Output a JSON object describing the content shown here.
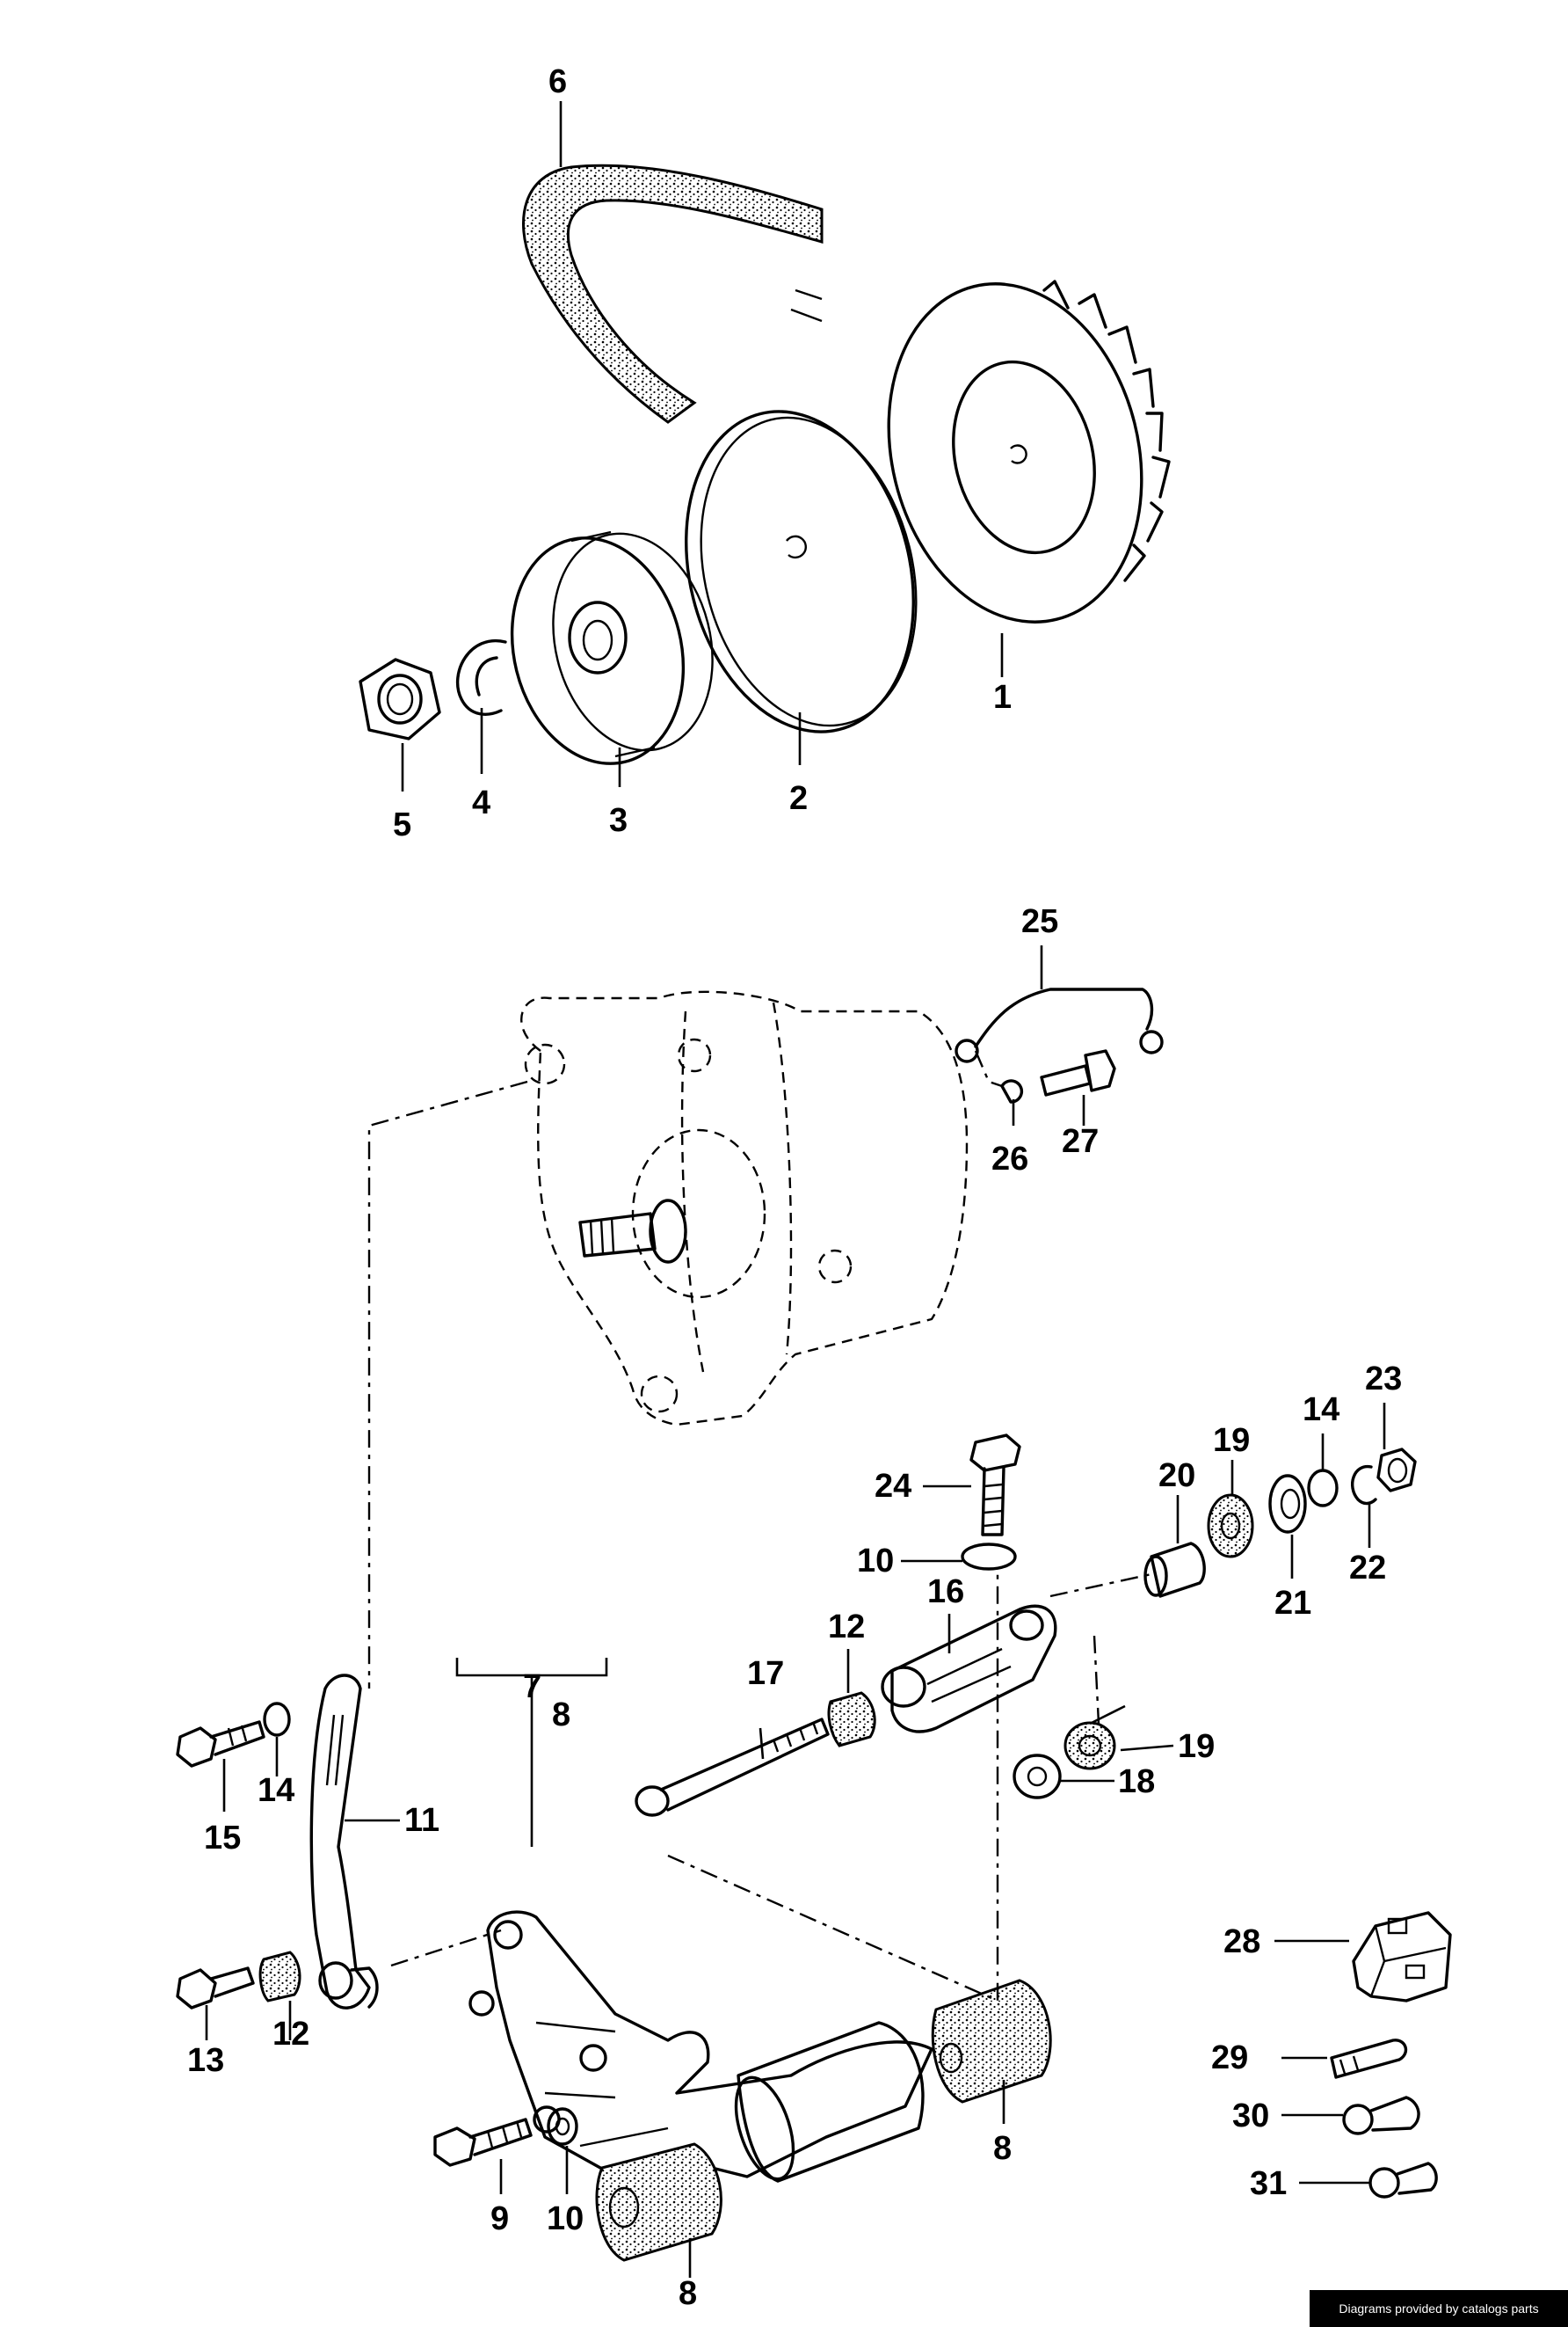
{
  "footer": {
    "credit": "Diagrams provided by catalogs parts"
  },
  "labels": [
    {
      "id": "l1",
      "text": "1"
    },
    {
      "id": "l2",
      "text": "2"
    },
    {
      "id": "l3",
      "text": "3"
    },
    {
      "id": "l4",
      "text": "4"
    },
    {
      "id": "l5",
      "text": "5"
    },
    {
      "id": "l6",
      "text": "6"
    },
    {
      "id": "l7",
      "text": "7"
    },
    {
      "id": "l8a",
      "text": "8"
    },
    {
      "id": "l8b",
      "text": "8"
    },
    {
      "id": "l8c",
      "text": "8"
    },
    {
      "id": "l9",
      "text": "9"
    },
    {
      "id": "l10a",
      "text": "10"
    },
    {
      "id": "l10b",
      "text": "10"
    },
    {
      "id": "l11",
      "text": "11"
    },
    {
      "id": "l12a",
      "text": "12"
    },
    {
      "id": "l12b",
      "text": "12"
    },
    {
      "id": "l13",
      "text": "13"
    },
    {
      "id": "l14a",
      "text": "14"
    },
    {
      "id": "l14b",
      "text": "14"
    },
    {
      "id": "l15",
      "text": "15"
    },
    {
      "id": "l16",
      "text": "16"
    },
    {
      "id": "l17",
      "text": "17"
    },
    {
      "id": "l18",
      "text": "18"
    },
    {
      "id": "l19a",
      "text": "19"
    },
    {
      "id": "l19b",
      "text": "19"
    },
    {
      "id": "l20",
      "text": "20"
    },
    {
      "id": "l21",
      "text": "21"
    },
    {
      "id": "l22",
      "text": "22"
    },
    {
      "id": "l23",
      "text": "23"
    },
    {
      "id": "l24",
      "text": "24"
    },
    {
      "id": "l25",
      "text": "25"
    },
    {
      "id": "l26",
      "text": "26"
    },
    {
      "id": "l27",
      "text": "27"
    },
    {
      "id": "l28",
      "text": "28"
    },
    {
      "id": "l29",
      "text": "29"
    },
    {
      "id": "l30",
      "text": "30"
    },
    {
      "id": "l31",
      "text": "31"
    }
  ]
}
